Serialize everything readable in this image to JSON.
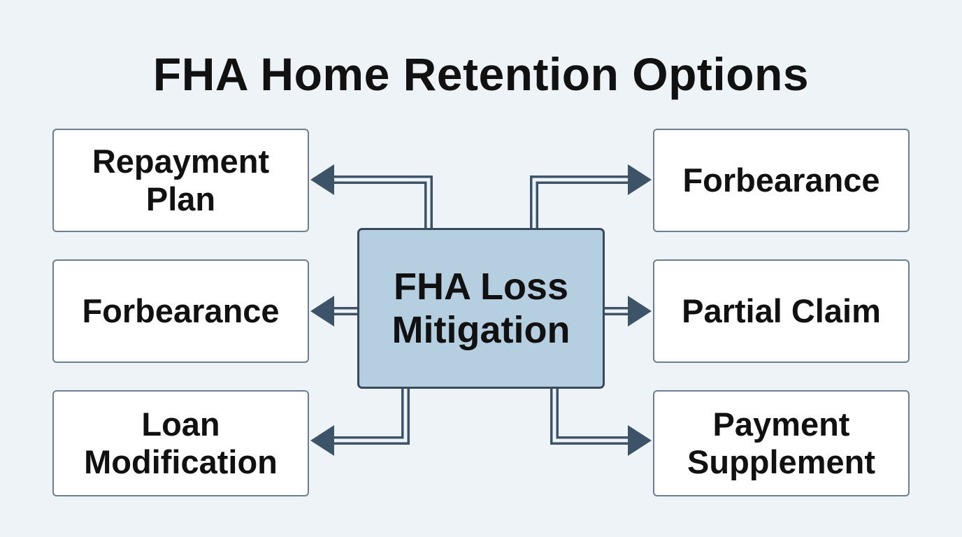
{
  "title": "FHA Home Retention Options",
  "center": {
    "label": "FHA Loss\nMitigation"
  },
  "options": {
    "left_top": "Repayment\nPlan",
    "left_middle": "Forbearance",
    "left_bottom": "Loan\nModification",
    "right_top": "Forbearance",
    "right_middle": "Partial Claim",
    "right_bottom": "Payment\nSupplement"
  },
  "colors": {
    "background": "#eef3f7",
    "center_fill": "#b5cfe1",
    "connector": "#3d5468",
    "box_border": "#6b7f90"
  }
}
